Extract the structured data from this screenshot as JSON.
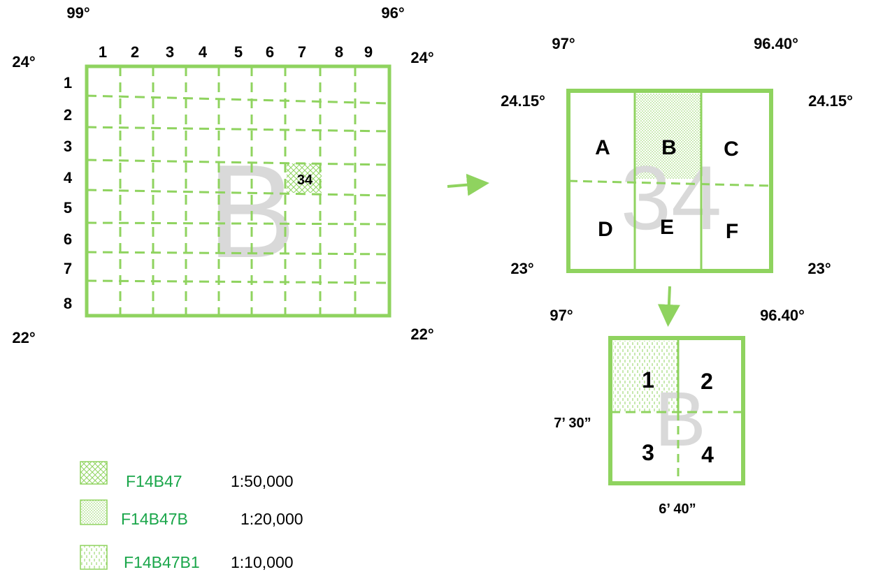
{
  "colors": {
    "line": "#8fd35f",
    "legend_text": "#1aa64a",
    "label": "#000000",
    "watermark": "#d9d9d9"
  },
  "main_grid": {
    "watermark": "B",
    "lon_left": "99°",
    "lon_right": "96°",
    "lat_top_left": "24°",
    "lat_top_right": "24°",
    "lat_bottom_left": "22°",
    "lat_bottom_right": "22°",
    "columns": [
      "1",
      "2",
      "3",
      "4",
      "5",
      "6",
      "7",
      "8",
      "9"
    ],
    "rows": [
      "1",
      "2",
      "3",
      "4",
      "5",
      "6",
      "7",
      "8"
    ],
    "highlight": "34"
  },
  "sheet_34": {
    "watermark": "34",
    "lon_left": "97°",
    "lon_right": "96.40°",
    "lat_top_left": "24.15°",
    "lat_top_right": "24.15°",
    "lat_bottom_left": "23°",
    "lat_bottom_right": "23°",
    "cells": [
      "A",
      "B",
      "C",
      "D",
      "E",
      "F"
    ]
  },
  "sheet_b": {
    "watermark": "B",
    "lon_left": "97°",
    "lon_right": "96.40°",
    "side_label": "7’ 30”",
    "bottom_label": "6’ 40”",
    "cells": [
      "1",
      "2",
      "3",
      "4"
    ]
  },
  "legend": [
    {
      "code": "F14B47",
      "scale": "1:50,000",
      "pattern": "crosshatch"
    },
    {
      "code": "F14B47B",
      "scale": "1:20,000",
      "pattern": "dots"
    },
    {
      "code": "F14B47B1",
      "scale": "1:10,000",
      "pattern": "dashes"
    }
  ]
}
